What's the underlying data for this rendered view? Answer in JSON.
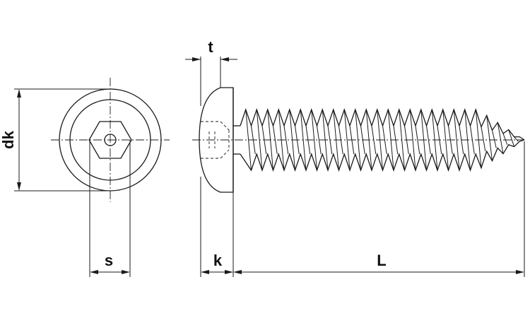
{
  "labels": {
    "head_diameter": "dk",
    "socket_size": "s",
    "slot_depth": "t",
    "head_height": "k",
    "length": "L"
  }
}
